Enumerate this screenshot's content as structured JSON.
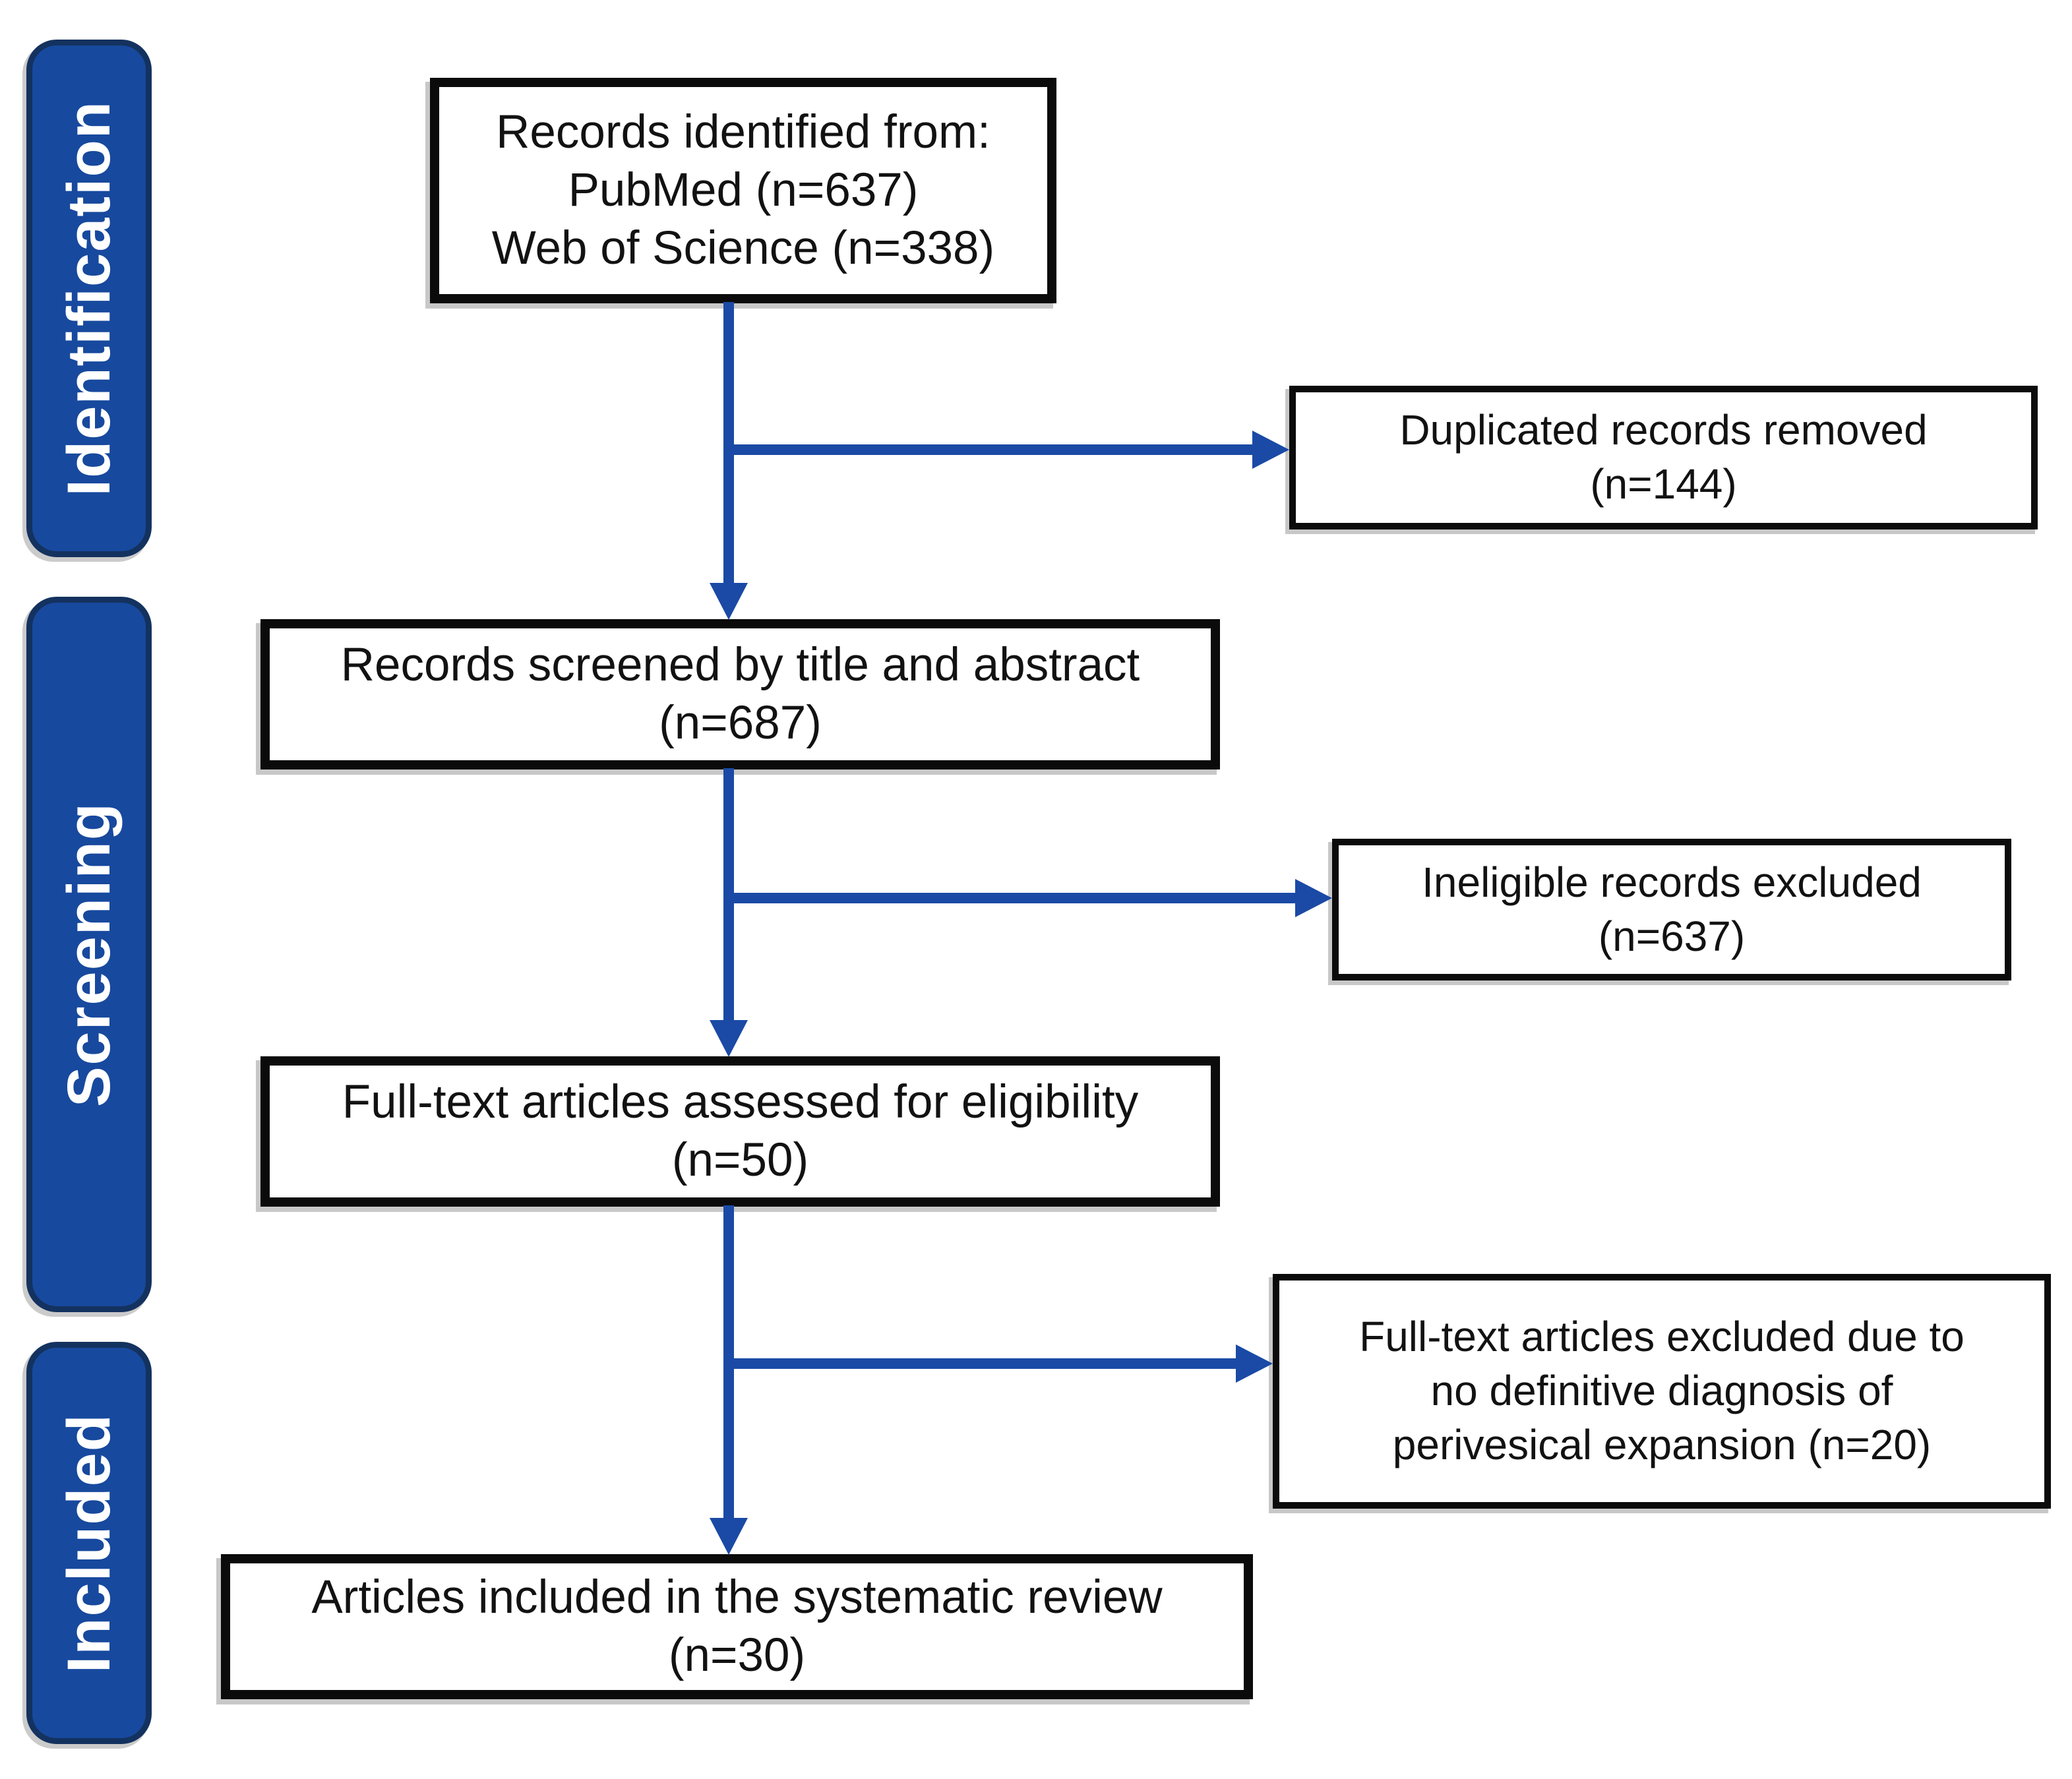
{
  "diagram": {
    "type": "prisma-flow",
    "stages": [
      {
        "id": "identification",
        "label": "Identification"
      },
      {
        "id": "screening",
        "label": "Screening"
      },
      {
        "id": "included",
        "label": "Included"
      }
    ],
    "flow_boxes": [
      {
        "id": "records-identified",
        "lines": [
          "Records identified from:",
          "PubMed (n=637)",
          "Web of Science (n=338)"
        ]
      },
      {
        "id": "records-screened",
        "lines": [
          "Records screened by title and abstract",
          "(n=687)"
        ]
      },
      {
        "id": "fulltext-assessed",
        "lines": [
          "Full-text articles assessed for eligibility",
          "(n=50)"
        ]
      },
      {
        "id": "articles-included",
        "lines": [
          "Articles included in the systematic review",
          "(n=30)"
        ]
      }
    ],
    "exclusion_boxes": [
      {
        "id": "duplicates-removed",
        "lines": [
          "Duplicated records removed",
          "(n=144)"
        ]
      },
      {
        "id": "ineligible-excluded",
        "lines": [
          "Ineligible records excluded",
          "(n=637)"
        ]
      },
      {
        "id": "fulltext-excluded",
        "lines": [
          "Full-text articles excluded due to",
          "no definitive diagnosis of",
          "perivesical expansion (n=20)"
        ]
      }
    ],
    "counts": {
      "pubmed": 637,
      "web_of_science": 338,
      "duplicates_removed": 144,
      "screened": 687,
      "ineligible_excluded": 637,
      "fulltext_assessed": 50,
      "fulltext_excluded": 20,
      "included": 30
    },
    "colors": {
      "stage_fill": "#17499e",
      "stage_border": "#14325f",
      "stage_text": "#ffffff",
      "arrow": "#1a4aa5",
      "box_border": "#0b0b0b",
      "box_text": "#121212",
      "background": "#ffffff"
    }
  }
}
